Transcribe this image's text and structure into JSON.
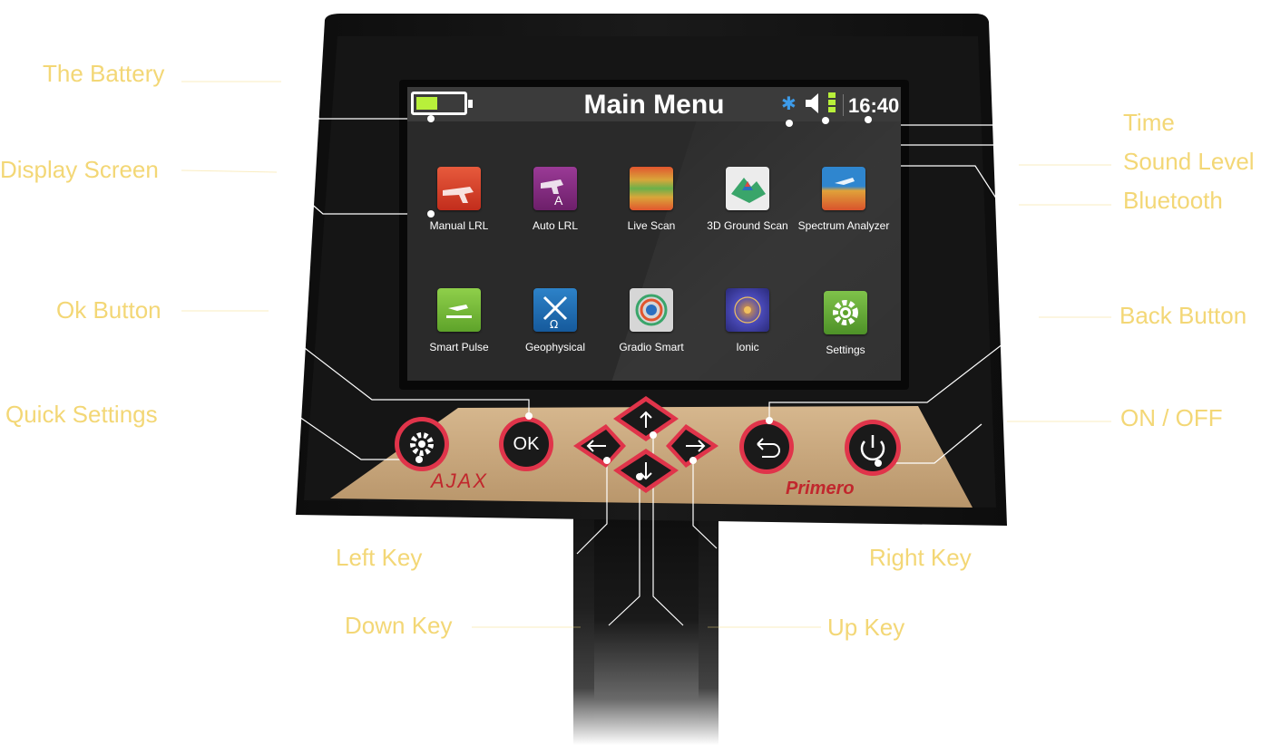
{
  "screen": {
    "title": "Main Menu",
    "time": "16:40",
    "battery_level": 0.45,
    "apps": [
      {
        "label": "Manual LRL",
        "icon": "manual-lrl-icon",
        "color": "#d9442e"
      },
      {
        "label": "Auto LRL",
        "icon": "auto-lrl-icon",
        "color": "#8a2a86"
      },
      {
        "label": "Live Scan",
        "icon": "live-scan-icon",
        "color": "#e0522c"
      },
      {
        "label": "3D Ground Scan",
        "icon": "ground-scan-3d-icon",
        "color": "#e8e8e8"
      },
      {
        "label": "Spectrum Analyzer",
        "icon": "spectrum-analyzer-icon",
        "color": "#2a7fc4"
      },
      {
        "label": "Smart Pulse",
        "icon": "smart-pulse-icon",
        "color": "#7cbf3a"
      },
      {
        "label": "Geophysical",
        "icon": "geophysical-icon",
        "color": "#1f6fb5"
      },
      {
        "label": "Gradio Smart",
        "icon": "gradio-smart-icon",
        "color": "#cfcfcf"
      },
      {
        "label": "Ionic",
        "icon": "ionic-icon",
        "color": "#3a3aa0"
      },
      {
        "label": "Settings",
        "icon": "settings-gear-icon",
        "color": "#6fae3b"
      }
    ]
  },
  "keypad": {
    "ok_label": "OK",
    "brand_left": "AJAX",
    "brand_right": "Primero"
  },
  "callouts": {
    "battery": "The Battery",
    "display": "Display Screen",
    "ok": "Ok Button",
    "quick": "Quick Settings",
    "time": "Time",
    "sound": "Sound Level",
    "bluetooth": "Bluetooth",
    "back": "Back Button",
    "onoff": "ON / OFF",
    "left": "Left Key",
    "right": "Right Key",
    "down": "Down Key",
    "up": "Up Key"
  },
  "colors": {
    "callout_text": "#f3d776",
    "battery_fill": "#b8f03a",
    "bluetooth": "#3d9be9",
    "key_ring": "#e0344a",
    "keypad_panel": "#c8a77c"
  }
}
